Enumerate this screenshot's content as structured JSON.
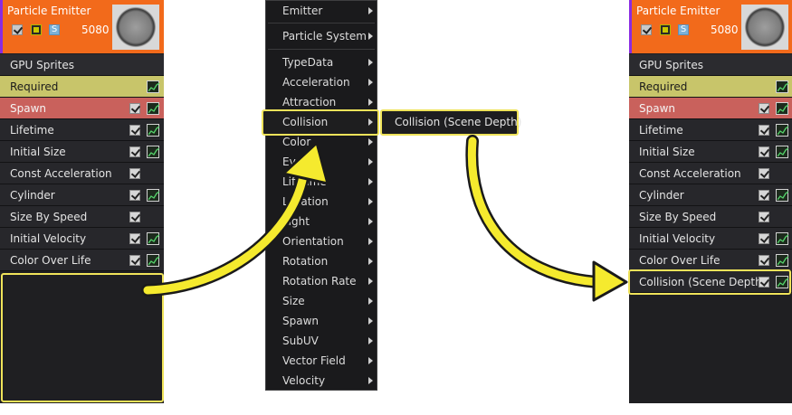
{
  "emitter": {
    "title": "Particle Emitter",
    "count": "5080",
    "solo_icon": "S",
    "accent_color": "#f26a1b"
  },
  "left_panel": {
    "rows": [
      {
        "label": "GPU Sprites",
        "type": "typedata"
      },
      {
        "label": "Required",
        "type": "required"
      },
      {
        "label": "Spawn",
        "type": "spawn"
      },
      {
        "label": "Lifetime",
        "type": "module"
      },
      {
        "label": "Initial Size",
        "type": "module"
      },
      {
        "label": "Const Acceleration",
        "type": "module"
      },
      {
        "label": "Cylinder",
        "type": "module"
      },
      {
        "label": "Size By Speed",
        "type": "module"
      },
      {
        "label": "Initial Velocity",
        "type": "module"
      },
      {
        "label": "Color Over Life",
        "type": "module"
      }
    ]
  },
  "menu": {
    "items": [
      {
        "label": "Emitter"
      },
      {
        "label": "Particle System"
      },
      {
        "label": "TypeData"
      },
      {
        "label": "Acceleration"
      },
      {
        "label": "Attraction"
      },
      {
        "label": "Collision"
      },
      {
        "label": "Color"
      },
      {
        "label": "Event"
      },
      {
        "label": "Lifetime"
      },
      {
        "label": "Location"
      },
      {
        "label": "Light"
      },
      {
        "label": "Orientation"
      },
      {
        "label": "Rotation"
      },
      {
        "label": "Rotation Rate"
      },
      {
        "label": "Size"
      },
      {
        "label": "Spawn"
      },
      {
        "label": "SubUV"
      },
      {
        "label": "Vector Field"
      },
      {
        "label": "Velocity"
      }
    ],
    "submenu_item": "Collision (Scene Depth)"
  },
  "right_panel": {
    "rows": [
      {
        "label": "GPU Sprites",
        "type": "typedata"
      },
      {
        "label": "Required",
        "type": "required"
      },
      {
        "label": "Spawn",
        "type": "spawn"
      },
      {
        "label": "Lifetime",
        "type": "module"
      },
      {
        "label": "Initial Size",
        "type": "module"
      },
      {
        "label": "Const Acceleration",
        "type": "module"
      },
      {
        "label": "Cylinder",
        "type": "module"
      },
      {
        "label": "Size By Speed",
        "type": "module"
      },
      {
        "label": "Initial Velocity",
        "type": "module"
      },
      {
        "label": "Color Over Life",
        "type": "module"
      },
      {
        "label": "Collision (Scene Depth)",
        "type": "module"
      }
    ]
  },
  "colors": {
    "highlight": "#efe35a",
    "arrow": "#f5ea2e"
  }
}
